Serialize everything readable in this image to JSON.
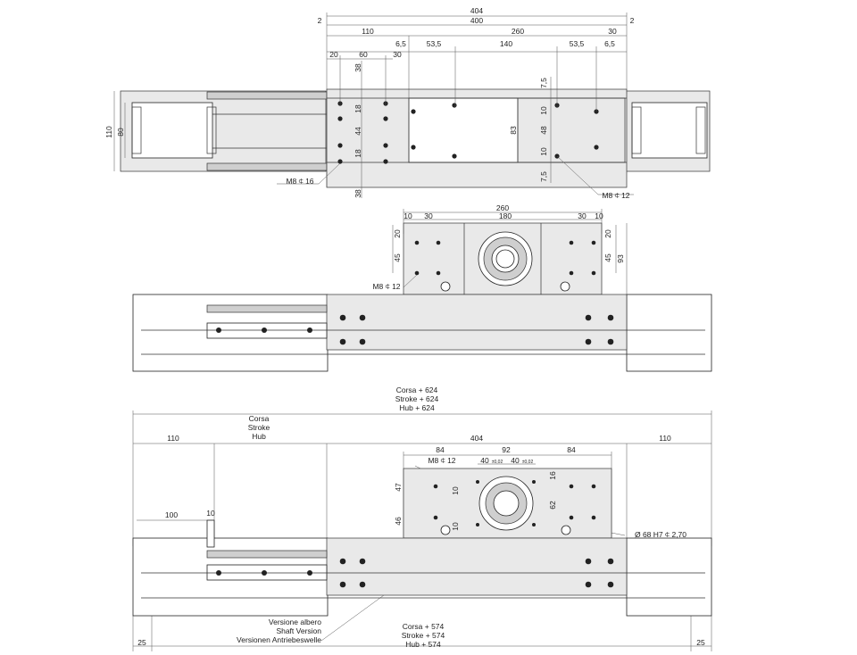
{
  "top_view": {
    "dims": {
      "total": "404",
      "inner": "400",
      "edge_l": "2",
      "edge_r": "2",
      "left_seg": "110",
      "right_seg": "260",
      "d20": "20",
      "d60": "60",
      "d30a": "30",
      "d65l": "6,5",
      "d535l": "53,5",
      "d140": "140",
      "d535r": "53,5",
      "d30b": "30",
      "d65r": "6,5",
      "h110": "110",
      "h80": "80",
      "v38a": "38",
      "v18a": "18",
      "v44": "44",
      "v18b": "18",
      "v38b": "38",
      "v75a": "7,5",
      "v10a": "10",
      "v48": "48",
      "v10b": "10",
      "v75b": "7,5",
      "v83": "83"
    },
    "thread_left": "M8 ⍧ 16",
    "thread_right": "M8 ⍧ 12"
  },
  "end_view": {
    "dims": {
      "w260": "260",
      "d10l": "10",
      "d30l": "30",
      "w180": "180",
      "d30r": "30",
      "d10r": "10",
      "v20l": "20",
      "v45l": "45",
      "v20r": "20",
      "v45r": "45",
      "v93": "93"
    },
    "thread": "M8 ⍧ 12"
  },
  "bottom_view": {
    "stroke_top": [
      "Corsa + 624",
      "Stroke + 624",
      "Hub + 624"
    ],
    "stroke_left": [
      "Corsa",
      "Stroke",
      "Hub"
    ],
    "dims": {
      "l110": "110",
      "c404": "404",
      "r110": "110",
      "d84l": "84",
      "d92": "92",
      "d84r": "84",
      "d40l": "40",
      "d40r": "40",
      "tol": "±0,02",
      "v47": "47",
      "v46": "46",
      "v10a": "10",
      "v10b": "10",
      "v16": "16",
      "v62": "62",
      "d100": "100",
      "d10": "10",
      "d25l": "25",
      "d25r": "25"
    },
    "thread": "M8 ⍧ 12",
    "bore": "Ø 68 H7 ⍧ 2,70",
    "stroke_bottom": [
      "Corsa + 574",
      "Stroke + 574",
      "Hub + 574"
    ],
    "version": [
      "Versione albero",
      "Shaft Version",
      "Versionen Antriebeswelle"
    ]
  }
}
